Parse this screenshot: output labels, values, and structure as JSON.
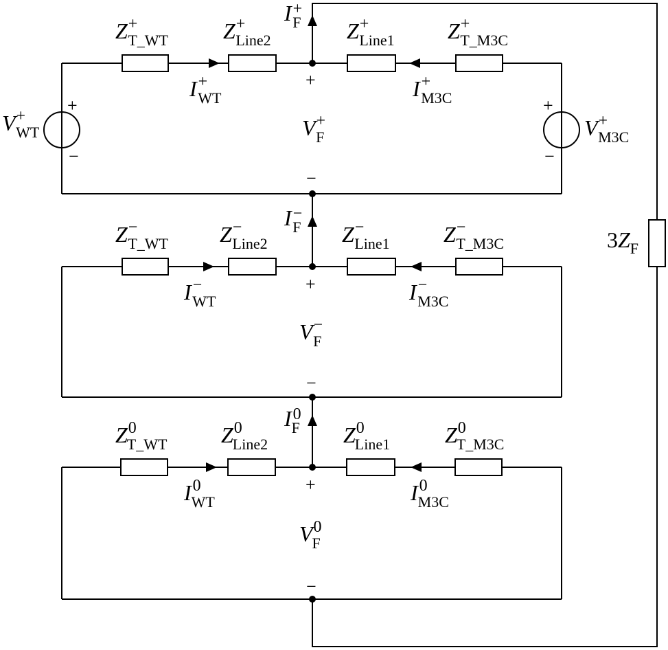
{
  "diagram": {
    "sequences": [
      {
        "id": "pos",
        "symbol": "+",
        "sup": "+",
        "labels": {
          "z_twt": {
            "main": "Z",
            "sup": "+",
            "sub": "T_WT"
          },
          "z_line2": {
            "main": "Z",
            "sup": "+",
            "sub": "Line2"
          },
          "z_line1": {
            "main": "Z",
            "sup": "+",
            "sub": "Line1"
          },
          "z_tm3c": {
            "main": "Z",
            "sup": "+",
            "sub": "T_M3C"
          },
          "i_f": {
            "main": "I",
            "sup": "+",
            "sub": "F"
          },
          "i_wt": {
            "main": "I",
            "sup": "+",
            "sub": "WT"
          },
          "i_m3c": {
            "main": "I",
            "sup": "+",
            "sub": "M3C"
          },
          "v_f": {
            "main": "V",
            "sup": "+",
            "sub": "F"
          },
          "v_wt": {
            "main": "V",
            "sup": "+",
            "sub": "WT"
          },
          "v_m3c": {
            "main": "V",
            "sup": "+",
            "sub": "M3C"
          }
        },
        "node_plus": "+",
        "node_minus": "−",
        "src_plus": "+",
        "src_minus": "−"
      },
      {
        "id": "neg",
        "symbol": "−",
        "labels": {
          "z_twt": {
            "main": "Z",
            "sup": "−",
            "sub": "T_WT"
          },
          "z_line2": {
            "main": "Z",
            "sup": "−",
            "sub": "Line2"
          },
          "z_line1": {
            "main": "Z",
            "sup": "−",
            "sub": "Line1"
          },
          "z_tm3c": {
            "main": "Z",
            "sup": "−",
            "sub": "T_M3C"
          },
          "i_f": {
            "main": "I",
            "sup": "−",
            "sub": "F"
          },
          "i_wt": {
            "main": "I",
            "sup": "−",
            "sub": "WT"
          },
          "i_m3c": {
            "main": "I",
            "sup": "−",
            "sub": "M3C"
          },
          "v_f": {
            "main": "V",
            "sup": "−",
            "sub": "F"
          }
        },
        "node_plus": "+",
        "node_minus": "−"
      },
      {
        "id": "zero",
        "symbol": "0",
        "labels": {
          "z_twt": {
            "main": "Z",
            "sup": "0",
            "sub": "T_WT"
          },
          "z_line2": {
            "main": "Z",
            "sup": "0",
            "sub": "Line2"
          },
          "z_line1": {
            "main": "Z",
            "sup": "0",
            "sub": "Line1"
          },
          "z_tm3c": {
            "main": "Z",
            "sup": "0",
            "sub": "T_M3C"
          },
          "i_f": {
            "main": "I",
            "sup": "0",
            "sub": "F"
          },
          "i_wt": {
            "main": "I",
            "sup": "0",
            "sub": "WT"
          },
          "i_m3c": {
            "main": "I",
            "sup": "0",
            "sub": "M3C"
          },
          "v_f": {
            "main": "V",
            "sup": "0",
            "sub": "F"
          }
        },
        "node_plus": "+",
        "node_minus": "−"
      }
    ],
    "fault_impedance": {
      "coef": "3",
      "main": "Z",
      "sub": "F"
    }
  }
}
